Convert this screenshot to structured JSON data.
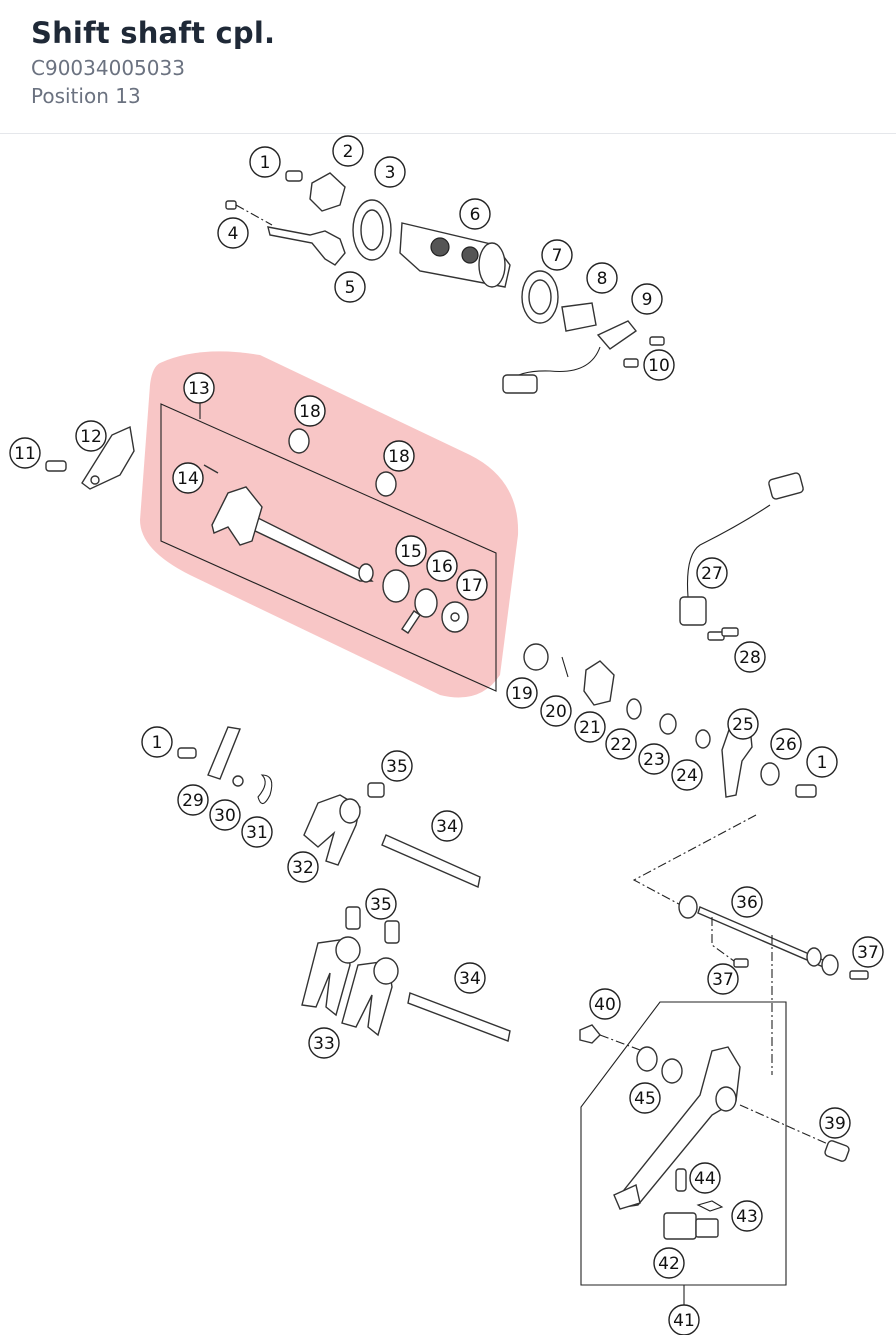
{
  "header": {
    "title": "Shift shaft cpl.",
    "part_number": "C90034005033",
    "position": "Position 13"
  },
  "highlight_color": "#f08080",
  "callouts": [
    {
      "label": "1"
    },
    {
      "label": "2"
    },
    {
      "label": "3"
    },
    {
      "label": "4"
    },
    {
      "label": "5"
    },
    {
      "label": "6"
    },
    {
      "label": "7"
    },
    {
      "label": "8"
    },
    {
      "label": "9"
    },
    {
      "label": "10"
    },
    {
      "label": "11"
    },
    {
      "label": "12"
    },
    {
      "label": "13"
    },
    {
      "label": "18"
    },
    {
      "label": "18"
    },
    {
      "label": "14"
    },
    {
      "label": "15"
    },
    {
      "label": "16"
    },
    {
      "label": "17"
    },
    {
      "label": "27"
    },
    {
      "label": "28"
    },
    {
      "label": "19"
    },
    {
      "label": "20"
    },
    {
      "label": "21"
    },
    {
      "label": "22"
    },
    {
      "label": "23"
    },
    {
      "label": "24"
    },
    {
      "label": "25"
    },
    {
      "label": "26"
    },
    {
      "label": "1"
    },
    {
      "label": "1"
    },
    {
      "label": "29"
    },
    {
      "label": "30"
    },
    {
      "label": "31"
    },
    {
      "label": "35"
    },
    {
      "label": "34"
    },
    {
      "label": "32"
    },
    {
      "label": "35"
    },
    {
      "label": "34"
    },
    {
      "label": "33"
    },
    {
      "label": "36"
    },
    {
      "label": "37"
    },
    {
      "label": "37"
    },
    {
      "label": "40"
    },
    {
      "label": "45"
    },
    {
      "label": "39"
    },
    {
      "label": "44"
    },
    {
      "label": "43"
    },
    {
      "label": "42"
    },
    {
      "label": "41"
    }
  ]
}
